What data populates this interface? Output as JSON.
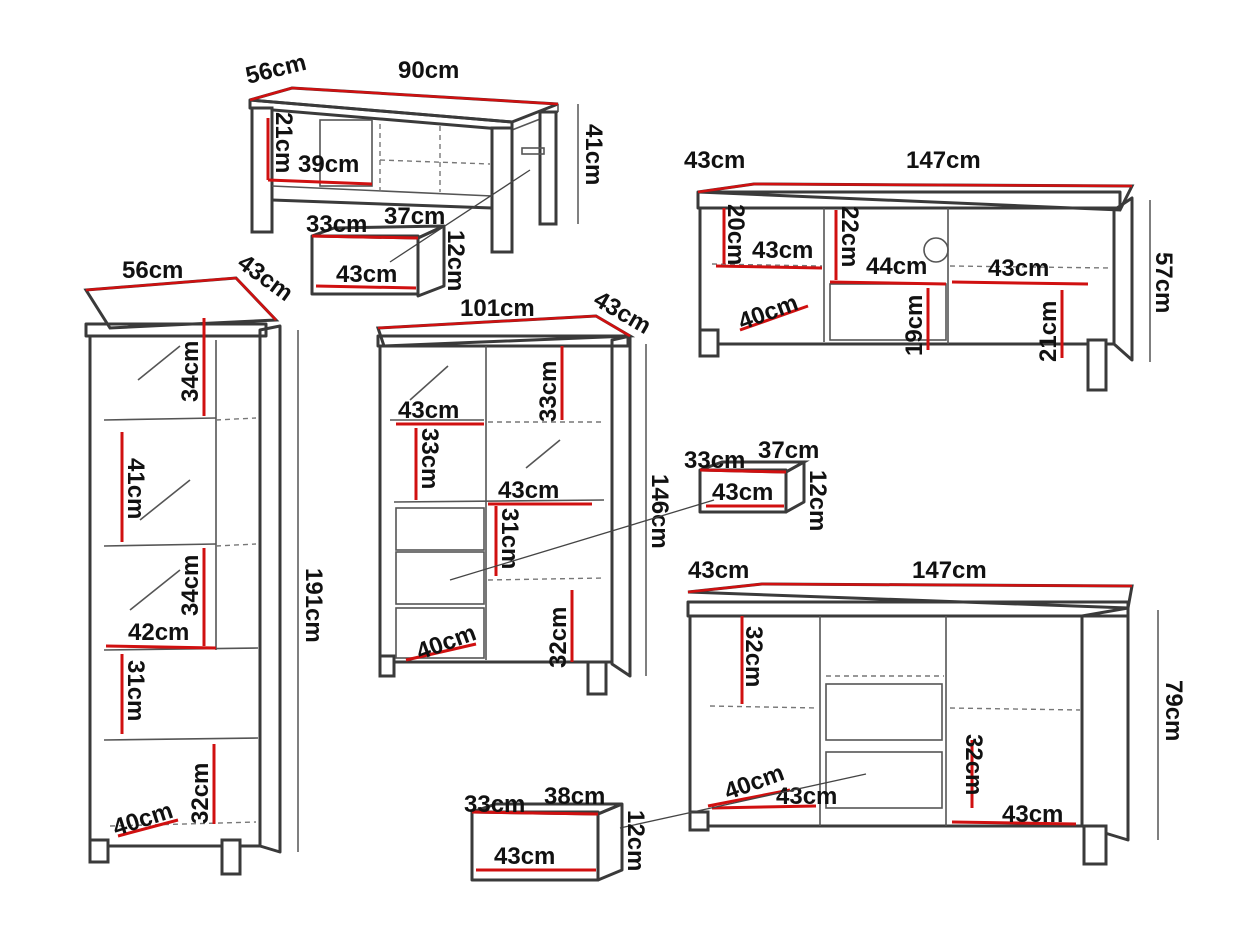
{
  "coffee_table": {
    "depth": "56cm",
    "width": "90cm",
    "height": "41cm",
    "shelf_height": "21cm",
    "shelf_width": "39cm"
  },
  "coffee_table_drawer": {
    "depth": "33cm",
    "width": "37cm",
    "height": "12cm",
    "inner": "43cm"
  },
  "tv_cabinet": {
    "depth": "43cm",
    "width": "147cm",
    "height": "57cm",
    "left_h": "20cm",
    "left_w": "43cm",
    "left_d": "40cm",
    "mid_h1": "22cm",
    "mid_w": "44cm",
    "mid_h2": "19cm",
    "right_w": "43cm",
    "right_h": "21cm"
  },
  "tall_cabinet": {
    "width": "56cm",
    "depth": "43cm",
    "height": "191cm",
    "s1": "34cm",
    "s2": "41cm",
    "s3": "34cm",
    "w": "42cm",
    "s4": "31cm",
    "s5": "32cm",
    "d": "40cm"
  },
  "display_cabinet": {
    "width": "101cm",
    "depth": "43cm",
    "height": "146cm",
    "top_r": "33cm",
    "w1": "43cm",
    "left_h": "33cm",
    "w2": "43cm",
    "drawer_h": "31cm",
    "bottom_h": "32cm",
    "d": "40cm"
  },
  "drawer_mid": {
    "depth": "33cm",
    "width": "37cm",
    "height": "12cm",
    "inner": "43cm"
  },
  "sideboard": {
    "depth": "43cm",
    "width": "147cm",
    "height": "79cm",
    "left_h": "32cm",
    "d": "40cm",
    "mid_w": "43cm",
    "right_h": "32cm",
    "right_w": "43cm"
  },
  "drawer_bottom": {
    "depth": "33cm",
    "width": "38cm",
    "height": "12cm",
    "inner": "43cm"
  }
}
